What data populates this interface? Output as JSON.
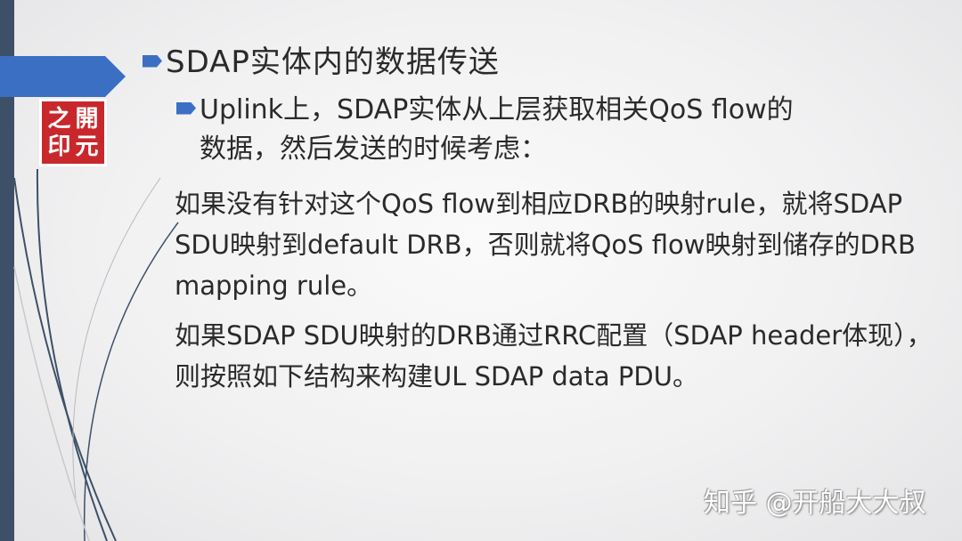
{
  "slide": {
    "title": "SDAP实体内的数据传送",
    "subtitle_line1": "Uplink上，SDAP实体从上层获取相关QoS flow的",
    "subtitle_line2": "数据，然后发送的时候考虑：",
    "paragraph1": "如果没有针对这个QoS flow到相应DRB的映射rule，就将SDAP SDU映射到default DRB，否则就将QoS flow映射到储存的DRB mapping rule。",
    "paragraph2": "如果SDAP SDU映射的DRB通过RRC配置（SDAP header体现），则按照如下结构来构建UL SDAP data PDU。"
  },
  "seal": {
    "chars": [
      "之",
      "開",
      "印",
      "元"
    ]
  },
  "watermark": "知乎 @开船大大叔",
  "colors": {
    "accent": "#3a6fc4",
    "sidebar": "#3e5068",
    "seal": "#c8282c"
  },
  "icons": {
    "bullet": "arrow-bullet-icon"
  }
}
